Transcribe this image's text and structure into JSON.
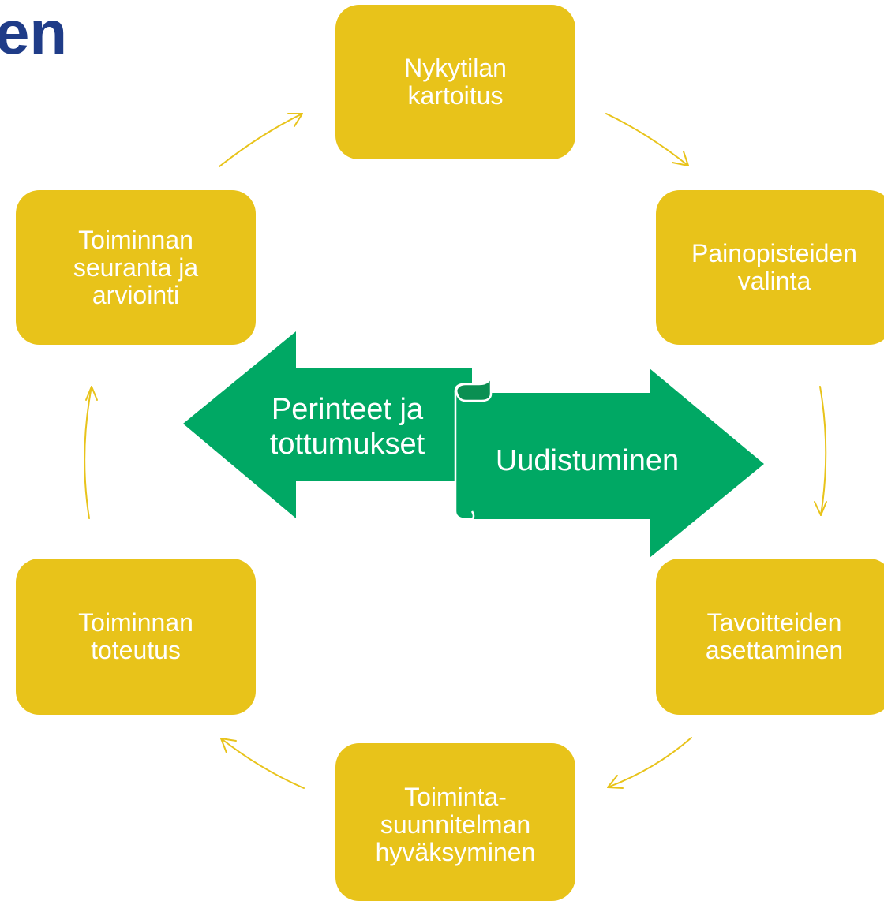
{
  "title_fragment": "en",
  "colors": {
    "box_fill": "#e8c31a",
    "box_text": "#ffffff",
    "connector": "#e8c31a",
    "arrow_fill": "#00a864",
    "arrow_dark": "#0a8f52",
    "title": "#1f3c88"
  },
  "cycle": [
    {
      "id": "nykytilan",
      "label": "Nykytilan\nkartoitus"
    },
    {
      "id": "painopisteiden",
      "label": "Painopisteiden\nvalinta"
    },
    {
      "id": "tavoitteiden",
      "label": "Tavoitteiden\nasettaminen"
    },
    {
      "id": "toimintasuunnitelma",
      "label": "Toiminta-\nsuunnitelman\nhyväksyminen"
    },
    {
      "id": "toteutus",
      "label": "Toiminnan\ntoteutus"
    },
    {
      "id": "seuranta",
      "label": "Toiminnan\nseuranta ja\narviointi"
    }
  ],
  "center": {
    "left_arrow_label": "Perinteet ja\ntottumukset",
    "right_arrow_label": "Uudistuminen"
  }
}
